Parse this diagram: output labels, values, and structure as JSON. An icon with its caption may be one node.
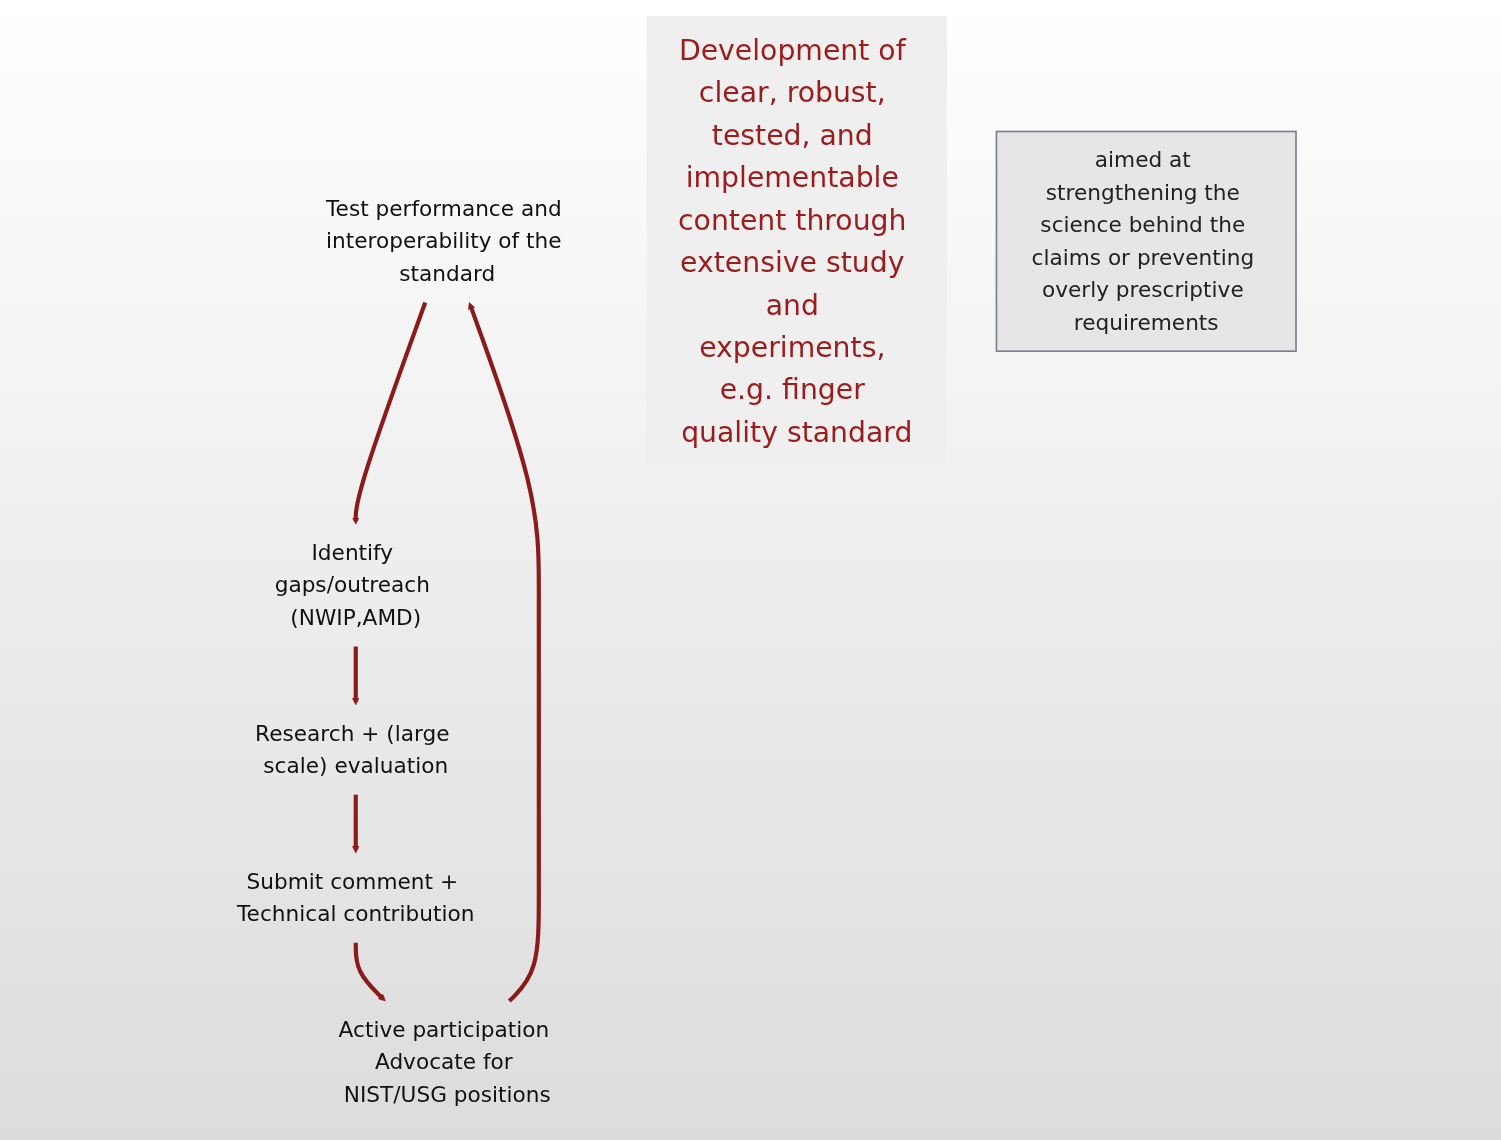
{
  "diagram": {
    "nodes": [
      {
        "text": [
          "Test performance and interoperability of the standard"
        ]
      },
      {
        "text": [
          "Identify gaps/outreach (NWIP,AMD)"
        ]
      },
      {
        "text": [
          "Research + (large scale) evaluation"
        ]
      },
      {
        "text": [
          "Submit comment + Technical contribution"
        ]
      },
      {
        "text": [
          "Active participation Advocate for NIST/USG positions"
        ]
      },
      {
        "text": [
          "Development of clear, robust, tested, and implementable content through extensive study and experiments, e.g. finger quality standard"
        ]
      },
      {
        "text": [
          "aimed at strengthening the science behind the claims or preventing overly prescriptive requirements"
        ]
      }
    ],
    "edges": [
      {
        "from": 0,
        "to": 1,
        "arrow": "to"
      },
      {
        "from": 1,
        "to": 2,
        "arrow": "to"
      },
      {
        "from": 2,
        "to": 3,
        "arrow": "to"
      },
      {
        "from": 3,
        "to": 4,
        "arrow": "to"
      },
      {
        "from": 4,
        "to": 0,
        "arrow": "to"
      }
    ]
  }
}
